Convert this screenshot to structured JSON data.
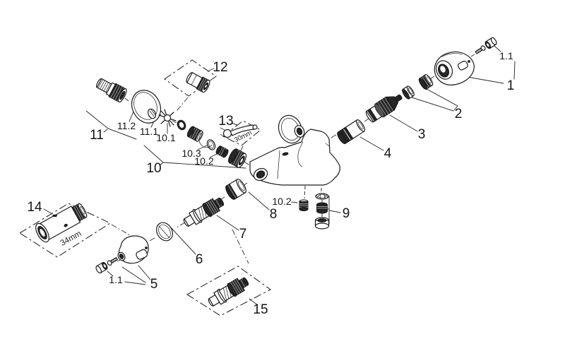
{
  "diagram": {
    "figure_type": "exploded-parts-diagram",
    "subject": "thermostatic bath shower mixer",
    "colors": {
      "background": "#ffffff",
      "line": "#1c1c1c",
      "dark_part_fill": "#262626"
    },
    "labels": {
      "part1": "1",
      "part1_screw": "1.1",
      "part2": "2",
      "part3": "3",
      "part4": "4",
      "part5": "5",
      "part5_screw": "1.1",
      "part6": "6",
      "part7": "7",
      "part8": "8",
      "part9": "9",
      "part10": "10",
      "part10_1": "10.1",
      "part10_2": "10.2",
      "part10_2_spout": "10.2",
      "part10_3": "10.3",
      "part11": "11",
      "part11_1": "11.1",
      "part11_2": "11.2",
      "part12": "12",
      "part13": "13",
      "part13_size": "30mm",
      "part14": "14",
      "part14_size": "34mm",
      "part15": "15"
    }
  }
}
